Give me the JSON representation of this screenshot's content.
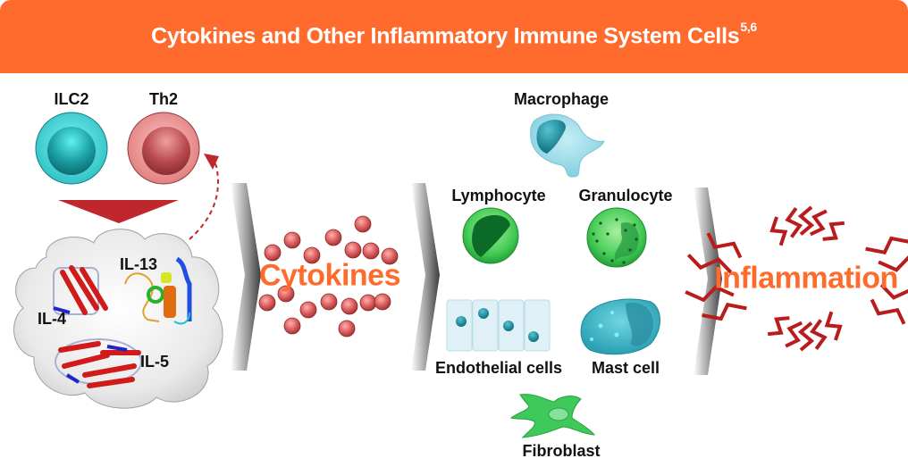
{
  "title": {
    "text": "Cytokines and Other Inflammatory Immune System Cells",
    "superscript": "5,6"
  },
  "colors": {
    "banner": "#fe6b2c",
    "accent_text": "#fe6b2c",
    "arrow_red": "#c0272d",
    "ilc2": "#2cc9cc",
    "th2": "#e57b7b",
    "cytokine_bead": "#d95c5c",
    "inflammation_bolt": "#b81c1c",
    "cell_green": "#33cc55",
    "cell_teal": "#3bb5c6"
  },
  "source_cells": [
    {
      "id": "ilc2",
      "label": "ILC2"
    },
    {
      "id": "th2",
      "label": "Th2"
    }
  ],
  "cytokine_cloud": {
    "proteins": [
      {
        "id": "il4",
        "label": "IL-4"
      },
      {
        "id": "il13",
        "label": "IL-13"
      },
      {
        "id": "il5",
        "label": "IL-5"
      }
    ]
  },
  "stage_cytokines": {
    "label": "Cytokines",
    "bead_count": 17
  },
  "target_cells": [
    {
      "id": "macrophage",
      "label": "Macrophage"
    },
    {
      "id": "lymphocyte",
      "label": "Lymphocyte"
    },
    {
      "id": "granulocyte",
      "label": "Granulocyte"
    },
    {
      "id": "endothelial",
      "label": "Endothelial cells"
    },
    {
      "id": "mast",
      "label": "Mast cell"
    },
    {
      "id": "fibroblast",
      "label": "Fibroblast"
    }
  ],
  "stage_outcome": {
    "label": "Inflammation"
  }
}
